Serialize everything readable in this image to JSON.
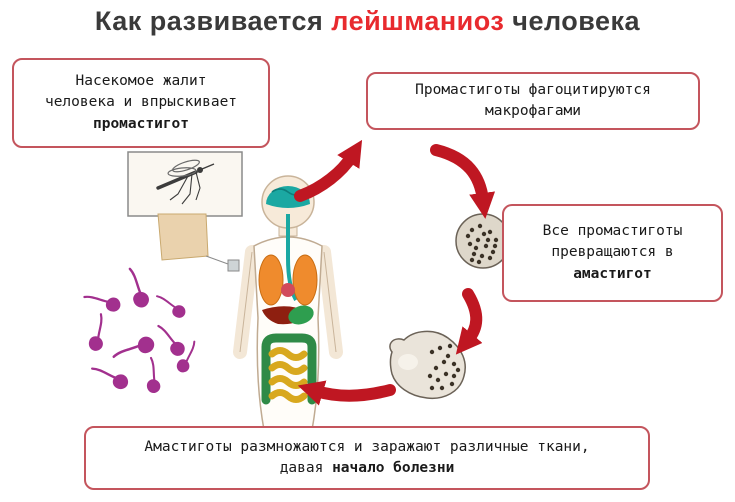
{
  "title": {
    "prefix": "Как развивается ",
    "highlight": "лейшманиоз",
    "suffix": " человека"
  },
  "boxes": {
    "insect": {
      "line1": "Насекомое жалит",
      "line2": "человека и впрыскивает",
      "line3_bold": "промастигот"
    },
    "phago": {
      "line1": "Промастиготы фагоцитируются",
      "line2": "макрофагами"
    },
    "amastigote": {
      "line1": "Все промастиготы",
      "line2": "превращаются в",
      "line3_bold": "амастигот"
    },
    "bottom": {
      "line1": "Амастиготы размножаются и заражают различные ткани,",
      "line2_prefix": "давая ",
      "line2_bold": "начало болезни"
    }
  },
  "illustrations": {
    "mosquito": "mosquito-sketch-icon",
    "human_body": "human-body-anatomy-icon",
    "promastigotes": "promastigote-parasites-icon",
    "macrophage": "macrophage-cell-icon",
    "infected_cell": "amastigote-infected-cell-icon",
    "cycle_arrows": "red-cycle-arrow-icon"
  },
  "colors": {
    "title_highlight": "#e82a2e",
    "box_border": "#c4555d",
    "arrow_red": "#bf1722",
    "promastigote_purple": "#a2308e",
    "brain_teal": "#1ba8a2",
    "lungs_orange": "#ef8b2d",
    "liver_dark_red": "#8e1f10",
    "intestine_yellow": "#d8a81e",
    "colon_green": "#2f8a46"
  }
}
